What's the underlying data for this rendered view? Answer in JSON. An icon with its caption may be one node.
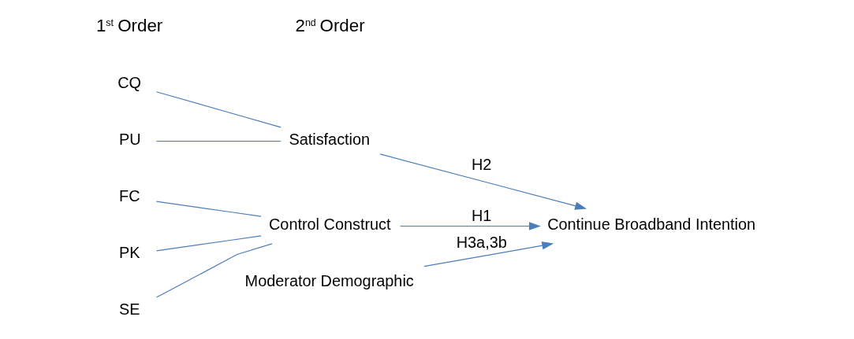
{
  "diagram": {
    "nodes": [
      {
        "text": [
          "FC"
        ]
      },
      {
        "text": [
          "PK"
        ]
      },
      {
        "text": [
          "SE"
        ]
      },
      {
        "text": [
          "Control Construct"
        ]
      },
      {
        "text": [
          "PU"
        ]
      },
      {
        "text": [
          "CQ"
        ]
      },
      {
        "text": [
          "Satisfaction"
        ]
      },
      {
        "text": [
          "Moderator Demographic"
        ]
      },
      {
        "text": [
          "Continue Broadband Intention"
        ]
      }
    ],
    "edges": [
      {
        "from": 0,
        "to": 3,
        "arrow": "none"
      },
      {
        "from": 1,
        "to": 3,
        "arrow": "none"
      },
      {
        "from": 2,
        "to": 3,
        "arrow": "none"
      },
      {
        "from": 4,
        "to": 6,
        "arrow": "none"
      },
      {
        "from": 5,
        "to": 6,
        "arrow": "none"
      },
      {
        "from": 3,
        "to": 8,
        "arrow": "to",
        "label": "H1"
      },
      {
        "from": 6,
        "to": 8,
        "arrow": "to",
        "label": "H2"
      },
      {
        "from": 7,
        "to": 8,
        "arrow": "to",
        "label": "H3a,3b"
      }
    ],
    "labels": [
      "1$^{st}$ Order",
      "2$^{nd}$ Order"
    ]
  }
}
